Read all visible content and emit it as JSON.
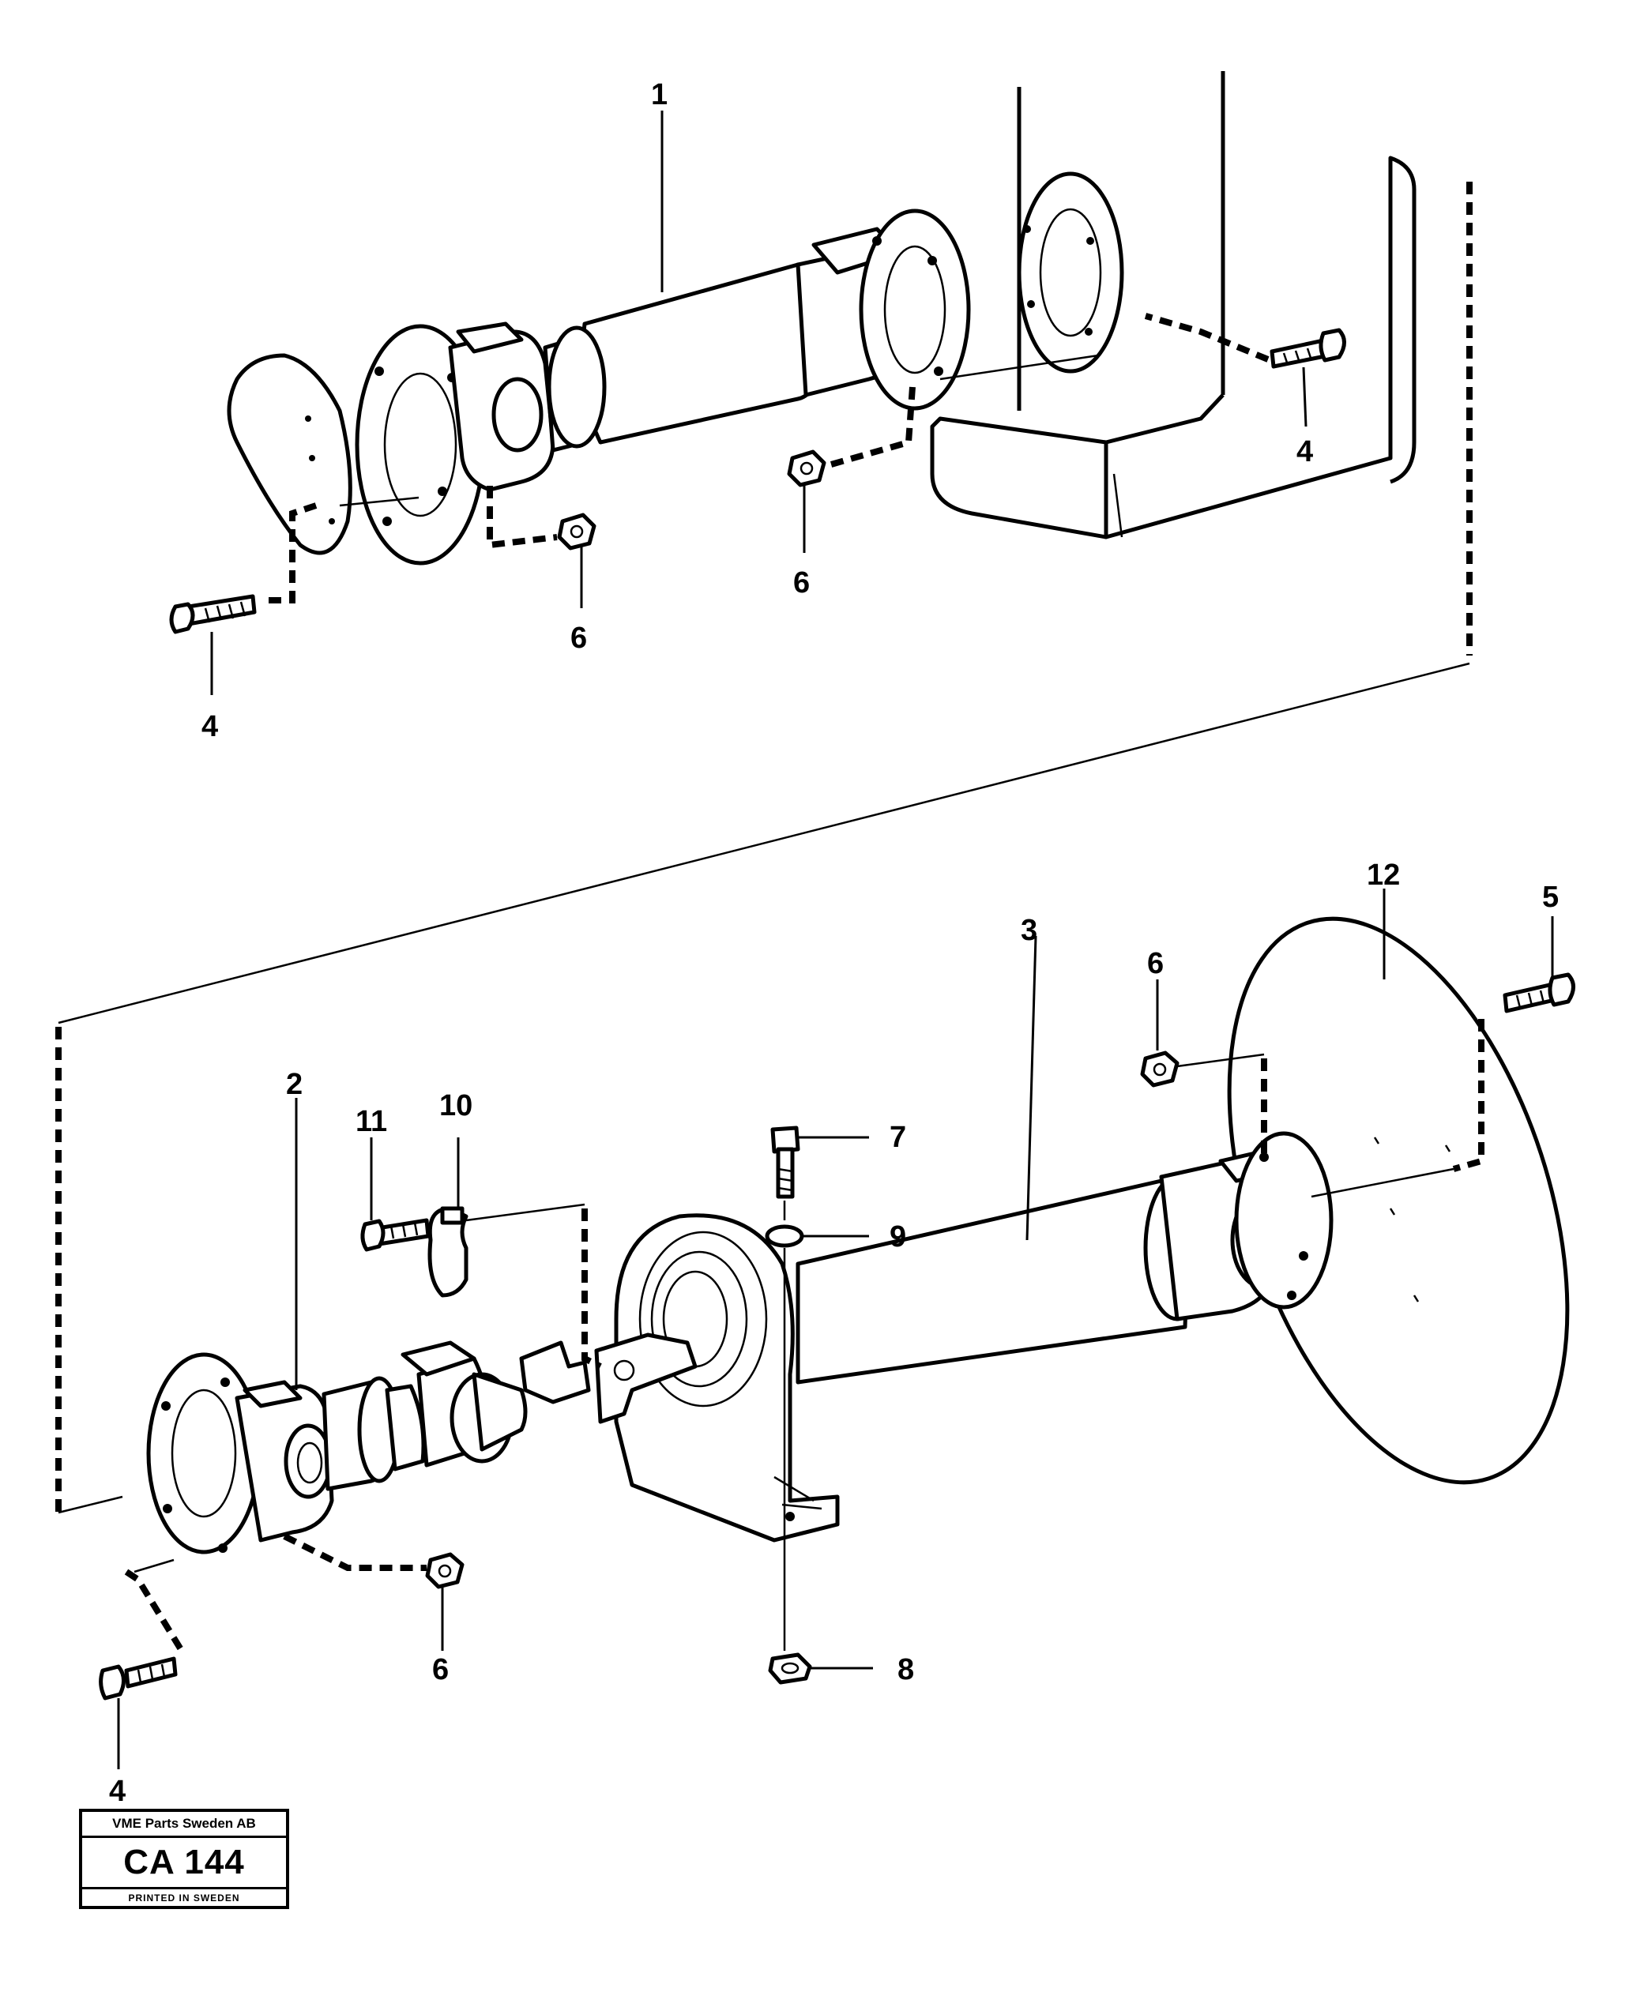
{
  "callouts": {
    "c1": "1",
    "c2": "2",
    "c3": "3",
    "c4a": "4",
    "c4b": "4",
    "c4c": "4",
    "c5": "5",
    "c6a": "6",
    "c6b": "6",
    "c6c": "6",
    "c6d": "6",
    "c7": "7",
    "c8": "8",
    "c9": "9",
    "c10": "10",
    "c11": "11",
    "c12": "12"
  },
  "stamp": {
    "company": "VME Parts Sweden AB",
    "code": "CA 144",
    "printed": "PRINTED IN SWEDEN"
  }
}
